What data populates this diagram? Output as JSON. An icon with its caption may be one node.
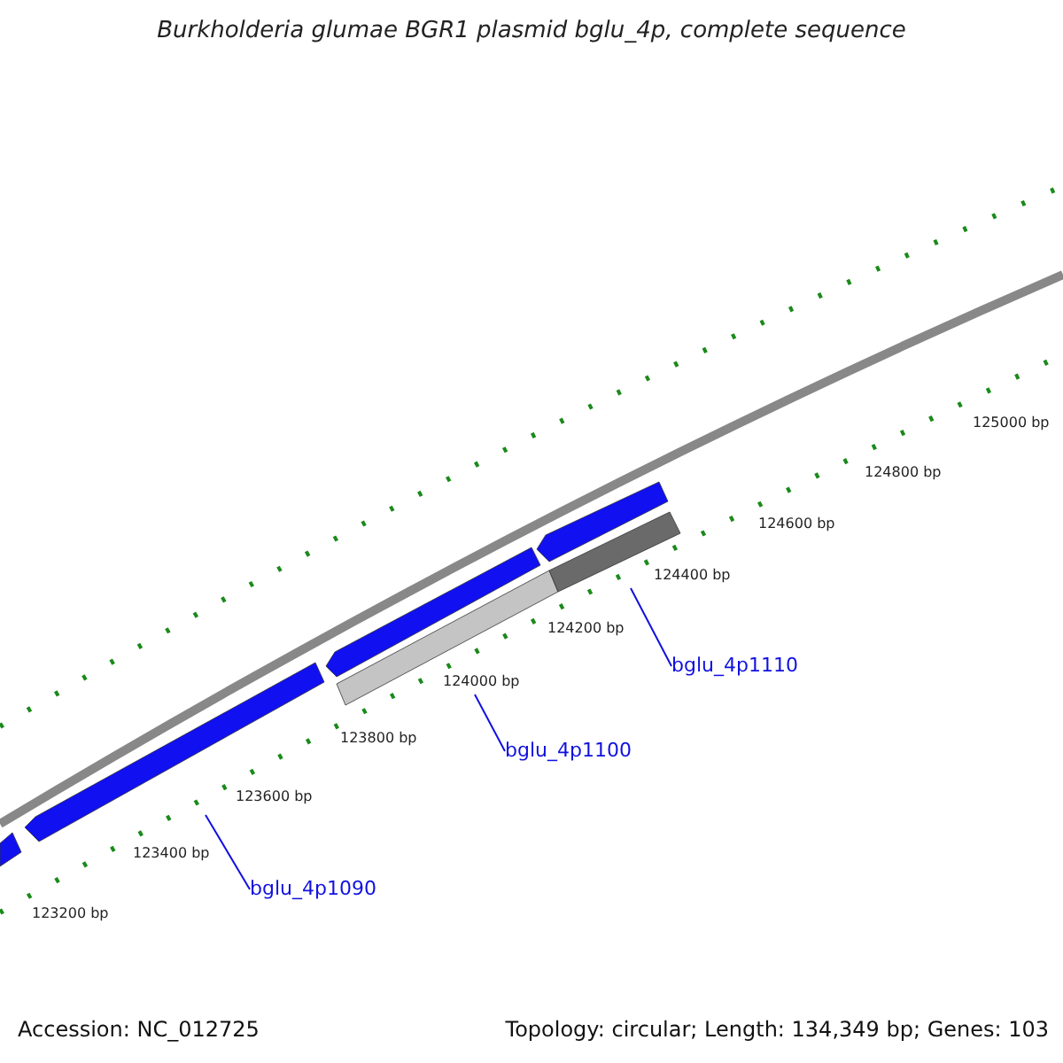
{
  "diagram": {
    "title": "Burkholderia glumae BGR1 plasmid bglu_4p, complete sequence",
    "nodes": [
      {
        "text": [],
        "shape": "arrow"
      },
      {
        "text": [],
        "shape": "arrow"
      },
      {
        "text": [],
        "shape": "arrow"
      },
      {
        "text": [],
        "shape": "arrow"
      },
      {
        "text": [],
        "shape": "bar"
      },
      {
        "text": [],
        "shape": "bar"
      },
      {
        "text": [
          "bglu_4p1110"
        ]
      },
      {
        "text": [
          "bglu_4p1100"
        ]
      },
      {
        "text": [
          "bglu_4p1090"
        ]
      }
    ],
    "edges": [
      {
        "from": 6,
        "to": 5,
        "arrow": "none"
      },
      {
        "from": 7,
        "to": 4,
        "arrow": "none"
      },
      {
        "from": 8,
        "to": 1,
        "arrow": "none"
      }
    ],
    "labels": [
      "125000 bp",
      "124800 bp",
      "124600 bp",
      "124400 bp",
      "124200 bp",
      "124000 bp",
      "123800 bp",
      "123600 bp",
      "123400 bp",
      "123200 bp",
      "Accession: NC_012725",
      "Topology: circular; Length: 134,349 bp; Genes: 103"
    ]
  }
}
